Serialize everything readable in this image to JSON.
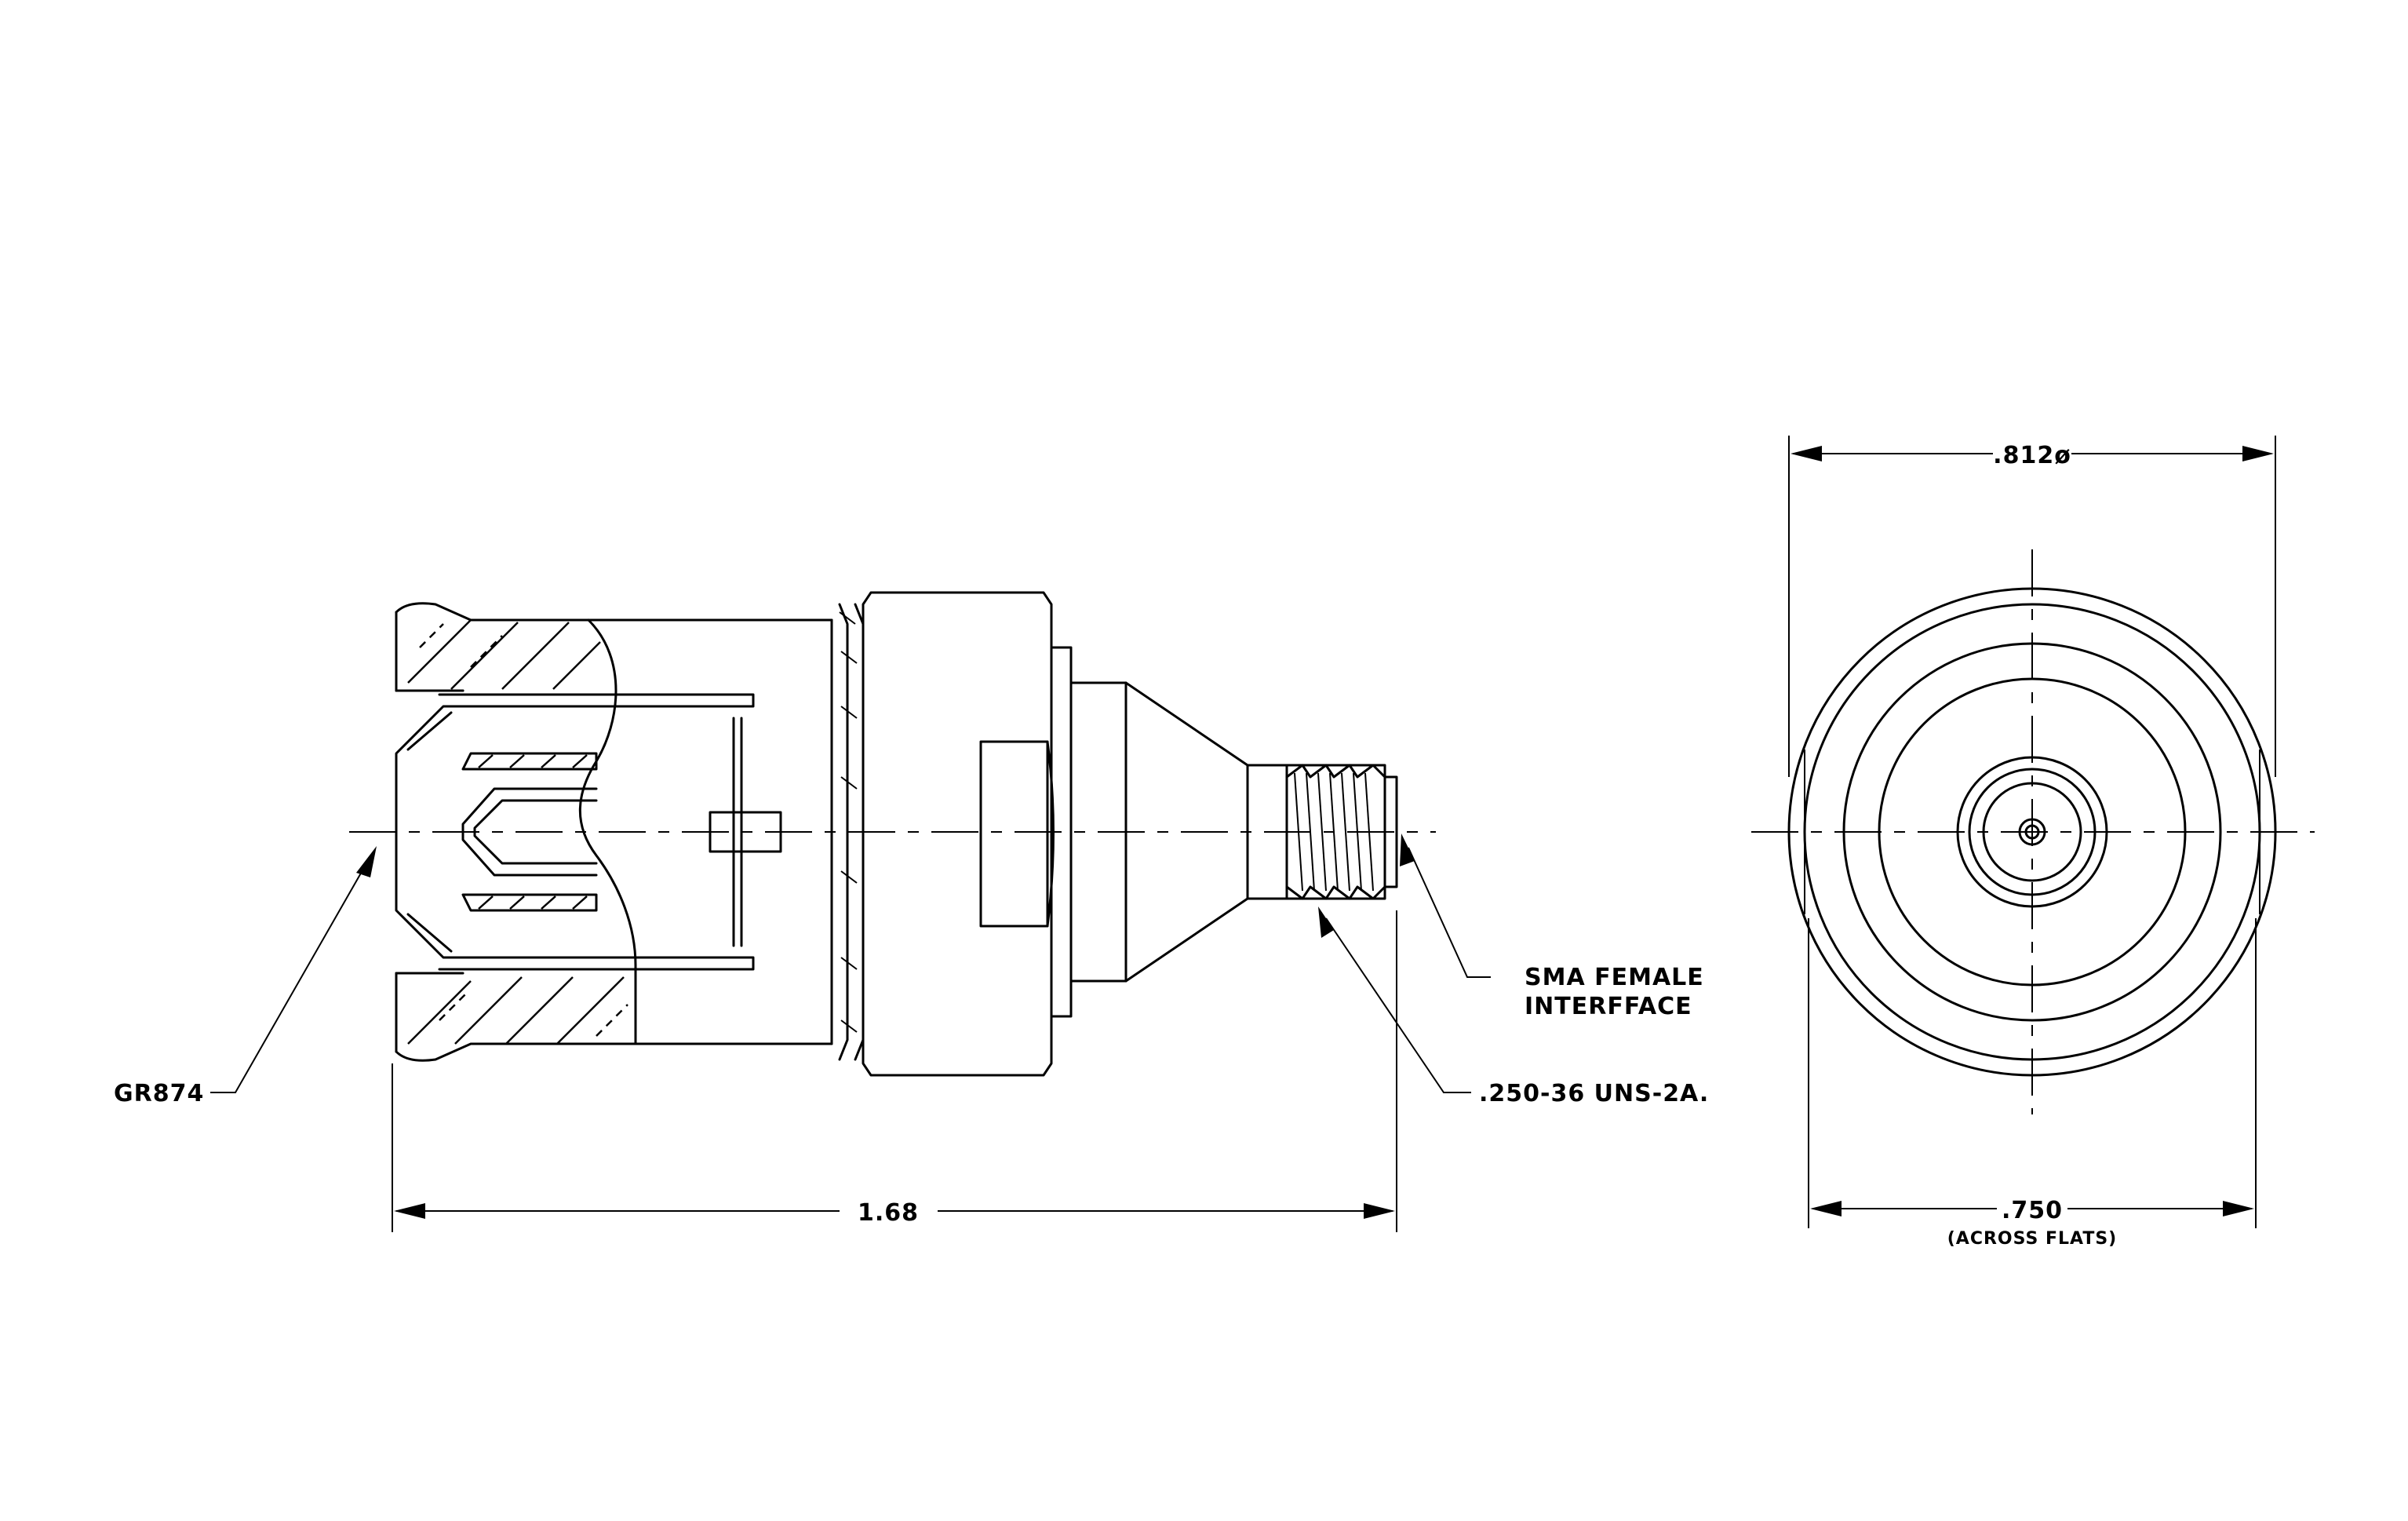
{
  "labels": {
    "gr874": "GR874",
    "sma_line1": "SMA FEMALE",
    "sma_line2": "INTERFFACE",
    "thread": ".250-36 UNS-2A.",
    "length": "1.68",
    "diameter": ".812ø",
    "across_flats_value": ".750",
    "across_flats_note": "(ACROSS FLATS)"
  }
}
